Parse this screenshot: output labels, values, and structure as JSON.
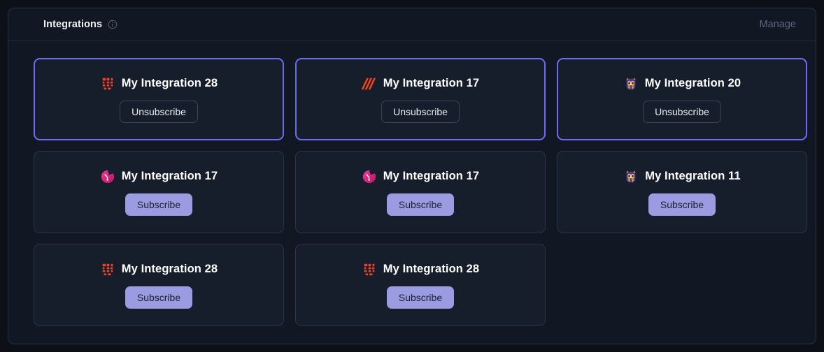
{
  "panel": {
    "title": "Integrations",
    "info_icon": "info-circle-icon",
    "manage_label": "Manage"
  },
  "colors": {
    "page_background": "#0d1117",
    "panel_background": "#111723",
    "card_background": "#161d2b",
    "card_border": "#2b3545",
    "card_border_selected": "#6f6cf2",
    "subscribe_button_background": "#9a9be0",
    "subscribe_button_text": "#1b2030",
    "unsubscribe_button_border": "#3a4459",
    "title_text": "#ffffff",
    "manage_text": "#5d6680"
  },
  "labels": {
    "subscribe": "Subscribe",
    "unsubscribe": "Unsubscribe"
  },
  "cards": [
    {
      "title": "My Integration 28",
      "icon": "red-grid-blocks-icon",
      "subscribed": true,
      "button_label": "Unsubscribe"
    },
    {
      "title": "My Integration 17",
      "icon": "orange-diagonal-stripes-icon",
      "subscribed": true,
      "button_label": "Unsubscribe"
    },
    {
      "title": "My Integration 20",
      "icon": "purple-owl-mascot-icon",
      "subscribed": true,
      "button_label": "Unsubscribe"
    },
    {
      "title": "My Integration 17",
      "icon": "pink-circle-node-icon",
      "subscribed": false,
      "button_label": "Subscribe"
    },
    {
      "title": "My Integration 17",
      "icon": "pink-circle-node-icon",
      "subscribed": false,
      "button_label": "Subscribe"
    },
    {
      "title": "My Integration 11",
      "icon": "purple-owl-mascot-icon",
      "subscribed": false,
      "button_label": "Subscribe"
    },
    {
      "title": "My Integration 28",
      "icon": "red-grid-blocks-icon",
      "subscribed": false,
      "button_label": "Subscribe"
    },
    {
      "title": "My Integration 28",
      "icon": "red-grid-blocks-icon",
      "subscribed": false,
      "button_label": "Subscribe"
    }
  ]
}
